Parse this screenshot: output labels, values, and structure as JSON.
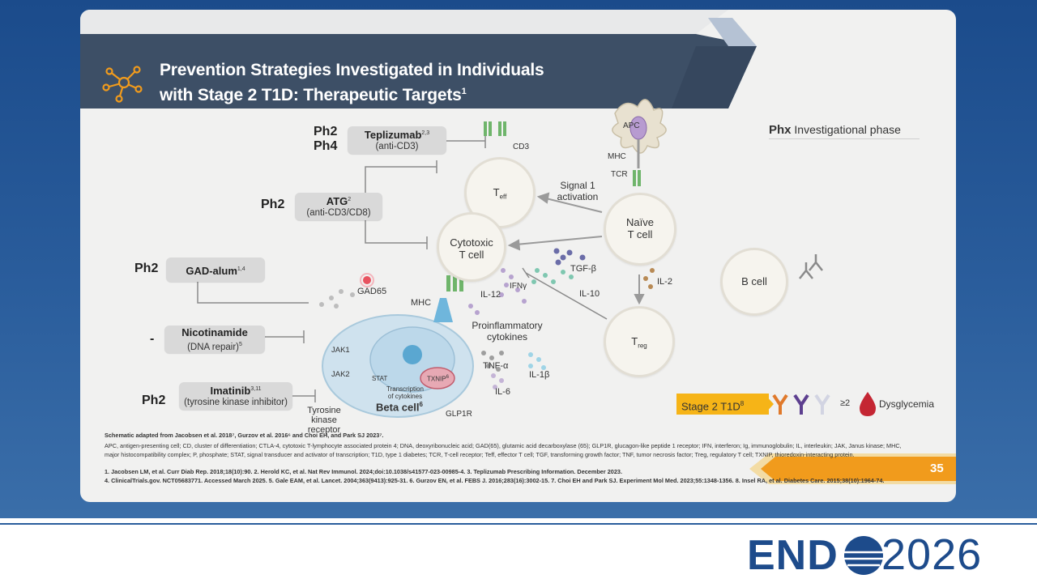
{
  "slide": {
    "title_line1": "Prevention Strategies Investigated in Individuals",
    "title_line2": "with Stage 2 T1D: Therapeutic Targets",
    "title_sup": "1",
    "page_number": "35"
  },
  "legend": {
    "phx_bold": "Phx",
    "phx_text": "Investigational phase"
  },
  "drugs": [
    {
      "phase": "Ph2",
      "phase2": "Ph4",
      "name": "Teplizumab",
      "sup": "2,3",
      "sub": "(anti-CD3)"
    },
    {
      "phase": "Ph2",
      "name": "ATG",
      "sup": "2",
      "sub": "(anti-CD3/CD8)"
    },
    {
      "phase": "Ph2",
      "name": "GAD-alum",
      "sup": "1,4",
      "sub": ""
    },
    {
      "phase": "-",
      "name": "Nicotinamide",
      "sup": "",
      "sub": "(DNA repair)",
      "sub_sup": "5"
    },
    {
      "phase": "Ph2",
      "name": "Imatinib",
      "sup": "3,11",
      "sub": "(tyrosine kinase inhibitor)"
    }
  ],
  "cells": {
    "apc": "APC",
    "teff": "T",
    "teff_sub": "eff",
    "cytotoxic1": "Cytotoxic",
    "cytotoxic2": "T cell",
    "naive1": "Naïve",
    "naive2": "T cell",
    "treg": "T",
    "treg_sub": "reg",
    "bcell": "B cell",
    "beta": "Beta cell",
    "beta_sup": "6"
  },
  "labels": {
    "cd3": "CD3",
    "mhc_apc": "MHC",
    "tcr": "TCR",
    "signal1a": "Signal 1",
    "signal1b": "activation",
    "il2": "IL-2",
    "tgfb": "TGF-β",
    "il10": "IL-10",
    "il12": "IL-12",
    "ifng": "IFNγ",
    "gad65": "GAD65",
    "mhc_beta": "MHC",
    "proinf1": "Proinflammatory",
    "proinf2": "cytokines",
    "tnfa": "TNF-α",
    "il1b": "IL-1β",
    "il6": "IL-6",
    "jak1": "JAK1",
    "jak2": "JAK2",
    "stat": "STAT",
    "txnip": "TXNIP",
    "txnip_sup": "6",
    "transcription1": "Transcription",
    "transcription2": "of cytokines",
    "tyrosine1": "Tyrosine",
    "tyrosine2": "kinase receptor",
    "glp1r": "GLP1R"
  },
  "stage_legend": {
    "stage2": "Stage 2 T1D",
    "stage2_sup": "8",
    "ge2": "≥2",
    "dysglycemia": "Dysglycemia"
  },
  "footnotes": {
    "schematic": "Schematic adapted from Jacobsen et al. 2018⁷, Gurzov et al. 2016⁶ and Choi EH, and Park SJ 2023⁷.",
    "abbrev": "APC, antigen-presenting cell; CD, cluster of differentiation; CTLA-4, cytotoxic T-lymphocyte associated protein 4; DNA, deoxyribonucleic acid; GAD(65), glutamic acid decarboxylase (65); GLP1R, glucagon-like peptide 1 receptor; IFN, interferon; Ig, immunoglobulin; IL, interleukin; JAK, Janus kinase; MHC, major histocompatibility complex; P, phosphate; STAT, signal transducer and activator of transcription; T1D, type 1 diabetes; TCR, T-cell receptor; Teff, effector T cell; TGF, transforming growth factor; TNF, tumor necrosis factor; Treg, regulatory T cell; TXNIP, thioredoxin-interacting protein.",
    "ref1": "1. Jacobsen LM, et al. Curr Diab Rep. 2018;18(10):90. 2. Herold KC, et al. Nat Rev Immunol. 2024;doi:10.1038/s41577-023-00985-4. 3. Teplizumab Prescribing Information. December 2023.",
    "ref2": "4. ClinicalTrials.gov. NCT05683771. Accessed March 2025. 5. Gale EAM, et al. Lancet. 2004;363(9413):925-31. 6. Gurzov EN, et al. FEBS J. 2016;283(16):3002-15. 7. Choi EH and Park SJ. Experiment Mol Med. 2023;55:1348-1356. 8. Insel RA, et al. Diabetes Care. 2015;38(10):1964-74."
  },
  "branding": {
    "endo": "END",
    "year": "2026"
  },
  "colors": {
    "navy": "#3d4f66",
    "gold": "#f6b417",
    "orange": "#f19b1c",
    "bg_blue": "#1f4f8e"
  }
}
